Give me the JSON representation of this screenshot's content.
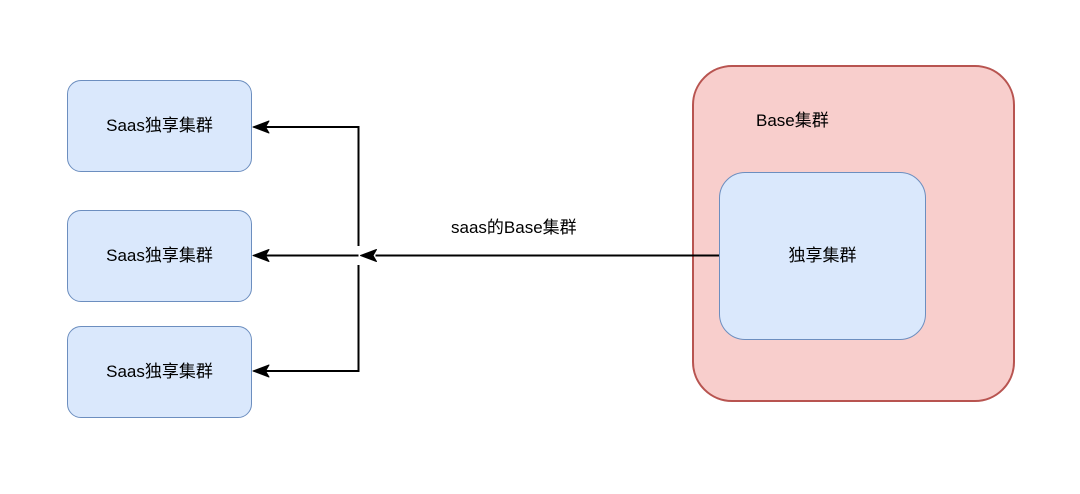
{
  "diagram": {
    "saas_clusters": [
      {
        "label": "Saas独享集群"
      },
      {
        "label": "Saas独享集群"
      },
      {
        "label": "Saas独享集群"
      }
    ],
    "base_cluster": {
      "label": "Base集群",
      "exclusive": {
        "label": "独享集群"
      }
    },
    "main_arrow": {
      "label": "saas的Base集群"
    },
    "colors": {
      "blue_fill": "#dae8fc",
      "blue_stroke": "#6c8ebf",
      "red_fill": "#f8cecc",
      "red_stroke": "#b85450",
      "line": "#000000",
      "text": "#000000",
      "canvas_bg": "#ffffff"
    }
  }
}
